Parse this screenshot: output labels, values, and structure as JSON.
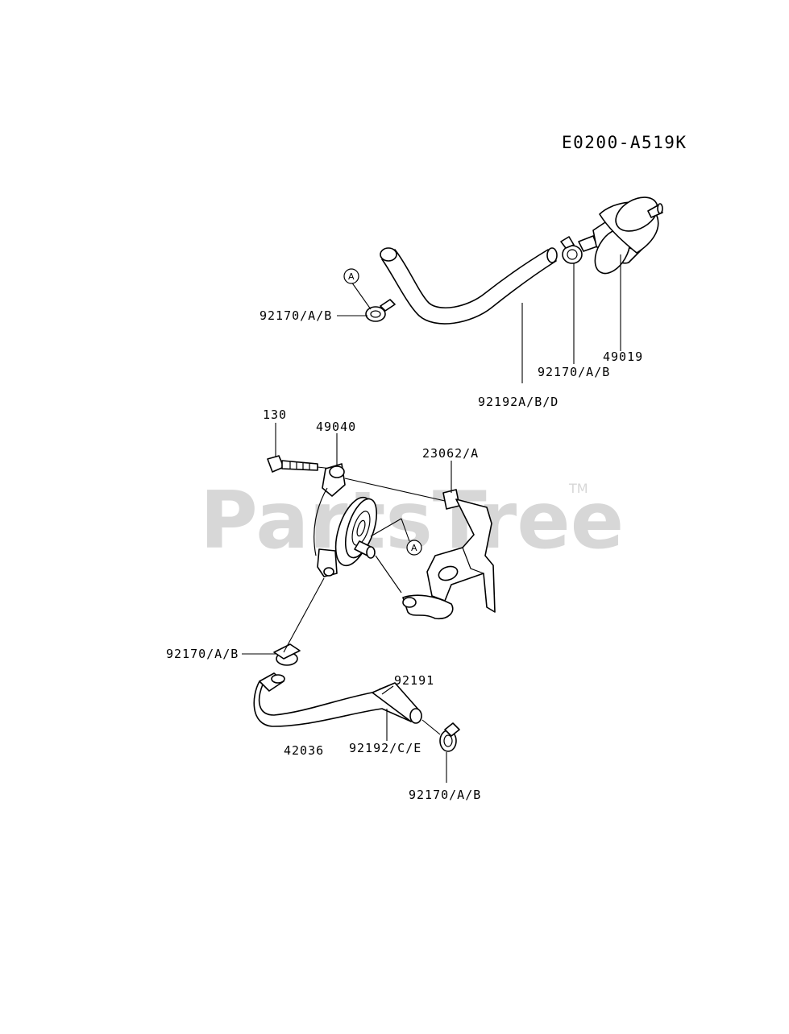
{
  "diagram_code": "E0200-A519K",
  "watermark": {
    "text": "PartsTree",
    "tm": "TM"
  },
  "reference_marks": [
    "A",
    "A"
  ],
  "labels": {
    "clamp_top_left": "92170/A/B",
    "clamp_top_right": "92170/A/B",
    "filter": "49019",
    "hose_top": "92192A/B/D",
    "bolt": "130",
    "fuel_pump": "49040",
    "bracket": "23062/A",
    "clamp_mid_left": "92170/A/B",
    "hose_joint": "92191",
    "hose_lower": "42036",
    "hose_lower_end": "92192/C/E",
    "clamp_bottom": "92170/A/B"
  }
}
